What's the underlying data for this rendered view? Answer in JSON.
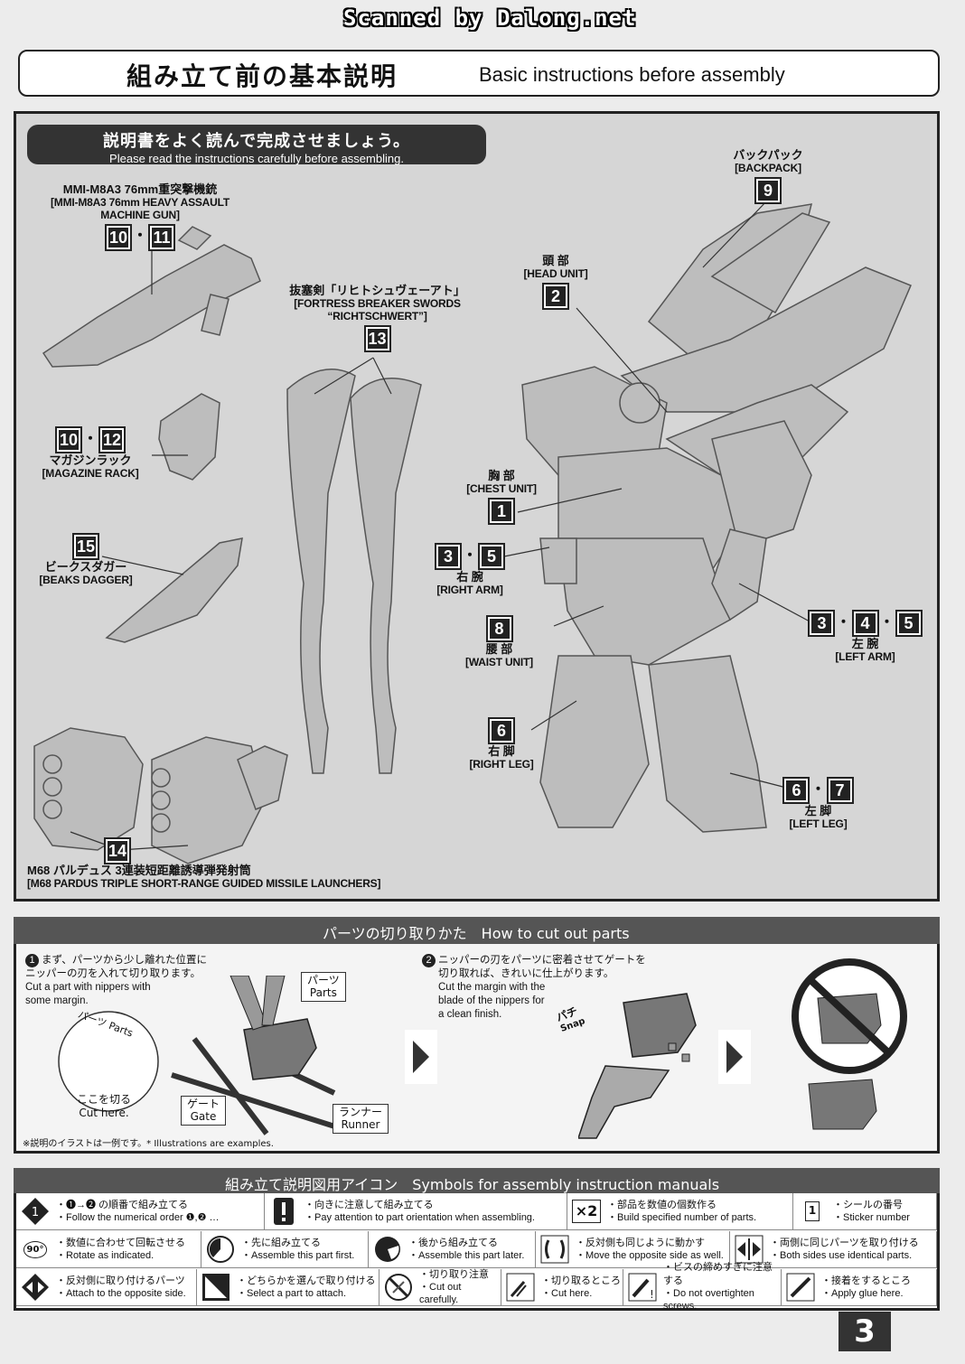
{
  "watermark": "Scanned by Dalong.net",
  "header": {
    "jp": "組み立て前の基本説明",
    "en": "Basic instructions before assembly"
  },
  "banner": {
    "jp": "説明書をよく読んで完成させましょう。",
    "en": "Please read the instructions carefully before assembling."
  },
  "labels": {
    "gun": {
      "jp": "MMI-M8A3 76mm重突撃機銃",
      "en": "[MMI-M8A3 76mm HEAVY ASSAULT MACHINE GUN]",
      "nums": [
        "10",
        "11"
      ]
    },
    "swords": {
      "jp": "抜塞剣「リヒトシュヴェーアト」",
      "en": "[FORTRESS BREAKER SWORDS “RICHTSCHWERT”]",
      "nums": [
        "13"
      ]
    },
    "backpack": {
      "jp": "バックパック",
      "en": "[BACKPACK]",
      "nums": [
        "9"
      ]
    },
    "head": {
      "jp": "頭 部",
      "en": "[HEAD UNIT]",
      "nums": [
        "2"
      ]
    },
    "magazine": {
      "jp": "マガジンラック",
      "en": "[MAGAZINE RACK]",
      "nums": [
        "10",
        "12"
      ]
    },
    "chest": {
      "jp": "胸 部",
      "en": "[CHEST UNIT]",
      "nums": [
        "1"
      ]
    },
    "dagger": {
      "jp": "ビークスダガー",
      "en": "[BEAKS DAGGER]",
      "nums": [
        "15"
      ]
    },
    "rightarm": {
      "jp": "右 腕",
      "en": "[RIGHT ARM]",
      "nums": [
        "3",
        "5"
      ]
    },
    "leftarm": {
      "jp": "左 腕",
      "en": "[LEFT ARM]",
      "nums": [
        "3",
        "4",
        "5"
      ]
    },
    "waist": {
      "jp": "腰 部",
      "en": "[WAIST UNIT]",
      "nums": [
        "8"
      ]
    },
    "rightleg": {
      "jp": "右 脚",
      "en": "[RIGHT LEG]",
      "nums": [
        "6"
      ]
    },
    "leftleg": {
      "jp": "左 脚",
      "en": "[LEFT LEG]",
      "nums": [
        "6",
        "7"
      ]
    },
    "missile": {
      "jp": "M68 パルデュス 3連装短距離誘導弾発射筒",
      "en": "[M68 PARDUS TRIPLE SHORT-RANGE GUIDED MISSILE LAUNCHERS]",
      "nums": [
        "14"
      ]
    }
  },
  "cut": {
    "title": "パーツの切り取りかた　How to cut out parts",
    "step1": {
      "n": "1",
      "jp1": "まず、パーツから少し離れた位置に",
      "jp2": "ニッパーの刃を入れて切り取ります。",
      "en1": "Cut a part with nippers with",
      "en2": "some margin."
    },
    "step2": {
      "n": "2",
      "jp1": "ニッパーの刃をパーツに密着させてゲートを",
      "jp2": "切り取れば、きれいに仕上がります。",
      "en1": "Cut the margin with the",
      "en2": "blade of the nippers for",
      "en3": "a clean finish."
    },
    "tags": {
      "parts_jp": "パーツ",
      "parts_en": "Parts",
      "gate_jp": "ゲート",
      "gate_en": "Gate",
      "runner_jp": "ランナー",
      "runner_en": "Runner",
      "cuthere_jp": "ここを切る",
      "cuthere_en": "Cut here.",
      "snap": "パチ",
      "snap_en": "Snap"
    },
    "note": "※説明のイラストは一例です。* Illustrations are examples."
  },
  "symbols": {
    "title": "組み立て説明図用アイコン　Symbols for assembly instruction manuals",
    "items": [
      {
        "jp": "・❶→❷ の順番で組み立てる",
        "en": "・Follow the numerical order ❶,❷ …",
        "icon": "numbered-order-icon"
      },
      {
        "jp": "・向きに注意して組み立てる",
        "en": "・Pay attention to part orientation when assembling.",
        "icon": "exclamation-icon"
      },
      {
        "jp": "・部品を数値の個数作る",
        "en": "・Build specified number of parts.",
        "icon": "multiply-2-icon",
        "glyph": "×2"
      },
      {
        "jp": "・シールの番号",
        "en": "・Sticker number",
        "icon": "sticker-icon",
        "glyph": "1"
      },
      {
        "jp": "・数値に合わせて回転させる",
        "en": "・Rotate as indicated.",
        "icon": "rotate-icon",
        "glyph": "90°"
      },
      {
        "jp": "・先に組み立てる",
        "en": "・Assemble this part first.",
        "icon": "assemble-first-icon"
      },
      {
        "jp": "・後から組み立てる",
        "en": "・Assemble this part later.",
        "icon": "assemble-later-icon"
      },
      {
        "jp": "・反対側も同じように動かす",
        "en": "・Move the opposite side as well.",
        "icon": "move-opposite-icon"
      },
      {
        "jp": "・両側に同じパーツを取り付ける",
        "en": "・Both sides use identical parts.",
        "icon": "both-sides-icon"
      },
      {
        "jp": "・反対側に取り付けるパーツ",
        "en": "・Attach to the opposite side.",
        "icon": "opposite-side-icon"
      },
      {
        "jp": "・どちらかを選んで取り付ける",
        "en": "・Select a part to attach.",
        "icon": "select-part-icon"
      },
      {
        "jp": "・切り取り注意",
        "en": "・Cut out carefully.",
        "icon": "cut-carefully-icon"
      },
      {
        "jp": "・切り取るところ",
        "en": "・Cut here.",
        "icon": "cut-here-icon"
      },
      {
        "jp": "・ビスの締めすぎに注意する",
        "en": "・Do not overtighten screws.",
        "icon": "screw-icon"
      },
      {
        "jp": "・接着をするところ",
        "en": "・Apply glue here.",
        "icon": "glue-icon"
      }
    ]
  },
  "page": "3"
}
